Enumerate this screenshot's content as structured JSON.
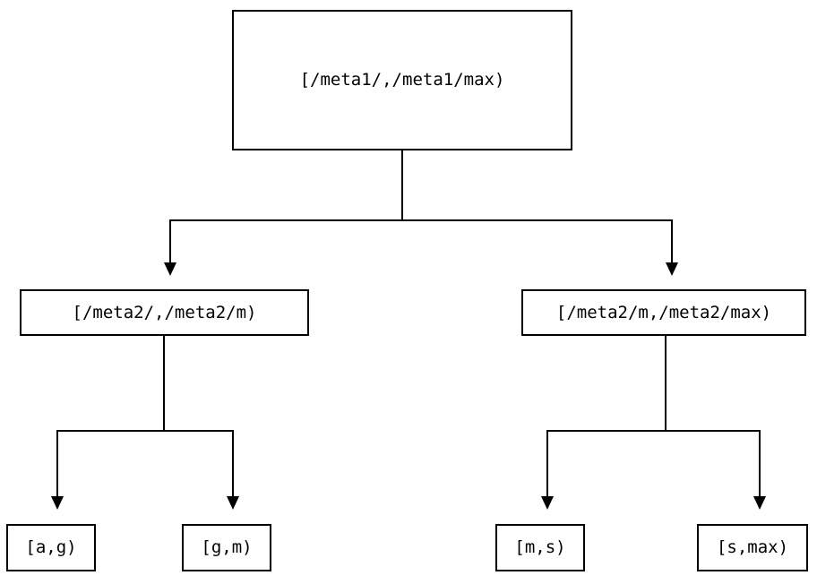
{
  "diagram": {
    "type": "tree",
    "title": "",
    "background_color": "#ffffff",
    "line_color": "#000000",
    "text_color": "#000000",
    "nodes": {
      "root": {
        "label": "[/meta1/,/meta1/max)"
      },
      "mid_left": {
        "label": "[/meta2/,/meta2/m)"
      },
      "mid_right": {
        "label": "[/meta2/m,/meta2/max)"
      },
      "leaf_ag": {
        "label": "[a,g)"
      },
      "leaf_gm": {
        "label": "[g,m)"
      },
      "leaf_ms": {
        "label": "[m,s)"
      },
      "leaf_smax": {
        "label": "[s,max)"
      }
    }
  }
}
